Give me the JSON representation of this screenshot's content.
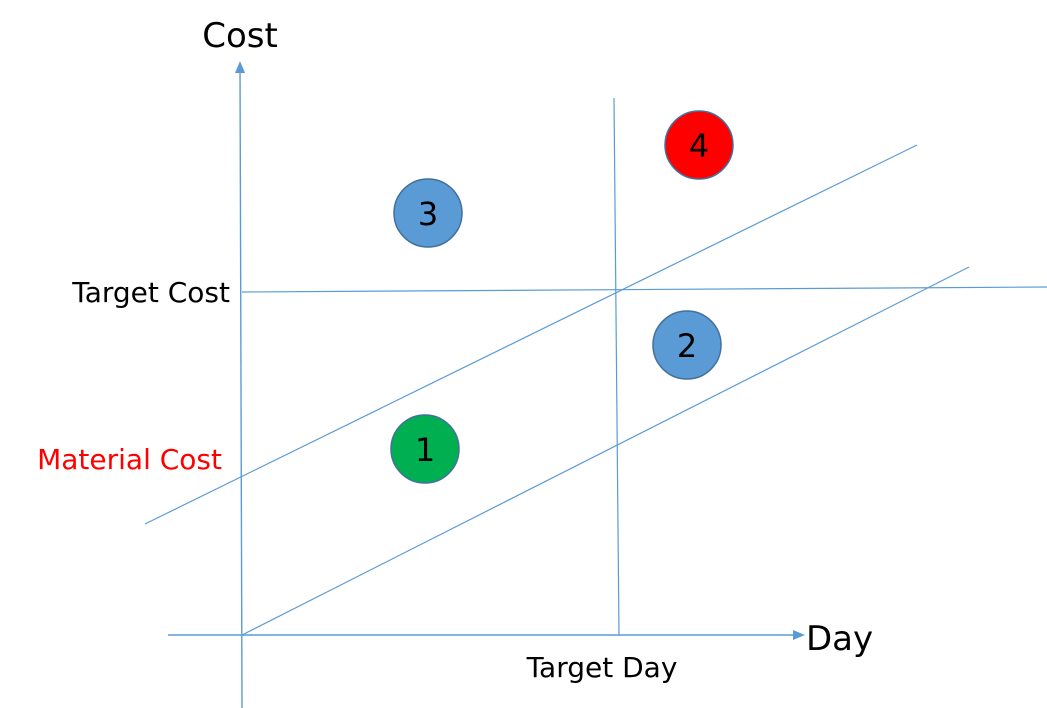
{
  "diagram": {
    "y_axis_title": "Cost",
    "x_axis_title": "Day",
    "labels": {
      "target_cost": "Target Cost",
      "material_cost": "Material Cost",
      "target_day": "Target Day"
    },
    "markers": [
      {
        "label": "1",
        "color": "#00b050"
      },
      {
        "label": "2",
        "color": "#5b9bd5"
      },
      {
        "label": "3",
        "color": "#5b9bd5"
      },
      {
        "label": "4",
        "color": "#ff0000"
      }
    ],
    "colors": {
      "line": "#5b9bd5",
      "marker_border": "#41719c",
      "material_cost_text": "#ff0000"
    }
  }
}
